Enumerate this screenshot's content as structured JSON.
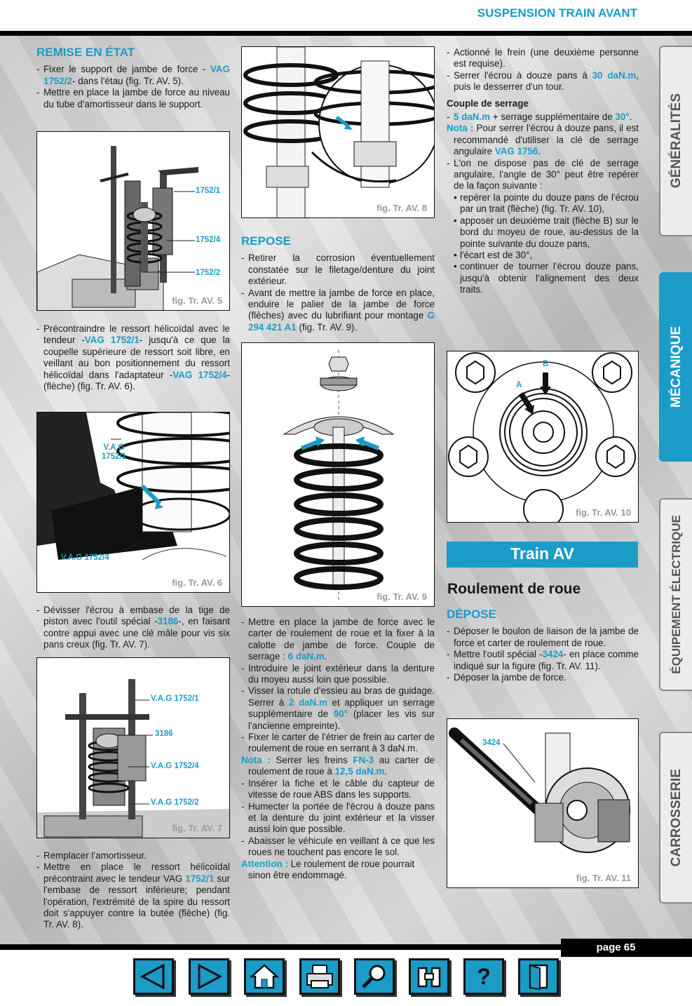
{
  "header": {
    "title": "SUSPENSION TRAIN AVANT"
  },
  "tabs": [
    {
      "label": "GÉNÉRALITÉS",
      "active": false
    },
    {
      "label": "MÉCANIQUE",
      "active": true
    },
    {
      "label": "ÉQUIPEMENT ÉLECTRIQUE",
      "active": false
    },
    {
      "label": "CARROSSERIE",
      "active": false
    }
  ],
  "col1": {
    "heading": "REMISE EN ÉTAT",
    "b1_pre": "Fixer le support de jambe de force - ",
    "b1_hl": "VAG 1752/2",
    "b1_post": "- dans l'étau (fig. Tr. AV. 5).",
    "b2": "Mettre en place la jambe de force au niveau du tube d'amortisseur dans le support.",
    "fig5": {
      "caption": "fig. Tr. AV. 5",
      "l1": "1752/1",
      "l2": "1752/4",
      "l3": "1752/2"
    },
    "b3_pre": "Précontraindre le ressort hélicoïdal avec le tendeur -",
    "b3_hl1": "VAG 1752/1",
    "b3_mid": "- jusqu'à ce que la coupelle supérieure de ressort soit libre, en veillant au bon positionnement du ressort hélicoïdal dans l'adaptateur -",
    "b3_hl2": "VAG 1752/4",
    "b3_post": "- (flèche) (fig. Tr. AV. 6).",
    "fig6": {
      "caption": "fig. Tr. AV. 6",
      "l1": "V.A.G",
      "l1b": "1752/1",
      "l2": "V.A.G 1752/4"
    },
    "b4_pre": "Dévisser l'écrou à embase de la tige de piston avec l'outil spécial -",
    "b4_hl": "3186",
    "b4_post": "-, en faisant contre appui avec une clé mâle pour vis six pans creux (fig. Tr. AV. 7).",
    "fig7": {
      "caption": "fig. Tr. AV. 7",
      "l1": "V.A.G 1752/1",
      "l2": "3186",
      "l3": "V.A.G 1752/4",
      "l4": "V.A.G 1752/2"
    },
    "b5": "Remplacer l'amortisseur.",
    "b6_pre": "Mettre en place le ressort hélicoïdal précontraint avec le tendeur VAG ",
    "b6_hl": "1752/1",
    "b6_post": " sur l'embase de ressort inférieure; pendant l'opération, l'extrémité de la spire du ressort doit s'appuyer contre la butée (flèche) (fig. Tr. AV. 8)."
  },
  "col2": {
    "fig8": {
      "caption": "fig. Tr. AV. 8"
    },
    "heading": "REPOSE",
    "b1": "Retirer la corrosion éventuellement constatée sur le filetage/denture du joint extérieur.",
    "b2_pre": "Avant de mettre la jambe de force en place, enduire le palier de la jambe de force (flèches) avec du lubrifiant pour montage ",
    "b2_hl": "G 294 421 A1",
    "b2_post": " (fig. Tr. AV. 9).",
    "fig9": {
      "caption": "fig. Tr. AV. 9"
    },
    "b3_pre": "Mettre en place la jambe de force avec le carter de roulement de roue et la fixer à la calotte de jambe de force. Couple de serrage : ",
    "b3_hl": "6 daN.m",
    "b3_post": ".",
    "b4": "Introduire le joint extérieur dans la denture du moyeu aussi loin que possible.",
    "b5_pre": "Visser la rotule d'essieu au bras de guidage. Serrer à ",
    "b5_hl1": "2 daN.m",
    "b5_mid": " et appliquer un serrage supplémentaire de ",
    "b5_hl2": "90°",
    "b5_post": " (placer les vis sur l'ancienne empreinte).",
    "b6": "Fixer le carter de l'étrier de frein au carter de roulement de roue en serrant à 3 daN.m.",
    "nota_label": "Nota :",
    "nota_pre": " Serrer les freins ",
    "nota_hl1": "FN-3",
    "nota_mid": " au carter de roulement de roue à ",
    "nota_hl2": "12,5 daN.m",
    "nota_post": ".",
    "b7": "Insérer la fiche et le câble du capteur de vitesse de roue ABS dans les supports.",
    "b8": "Humecter la portée de l'écrou à douze pans et la denture du joint extérieur et la visser aussi loin que possible.",
    "b9": "Abaisser le véhicule en veillant à ce que les roues ne touchent pas encore le sol.",
    "att_label": "Attention :",
    "att_text": " Le roulement de roue pourrait sinon être endommagé."
  },
  "col3": {
    "b1": "Actionné le frein (une deuxième personne est requise).",
    "b2_pre": "Serrer l'écrou à douze pans à ",
    "b2_hl": "30 daN.m",
    "b2_post": ", puis le desserrer d'un tour.",
    "couple_title": "Couple de serrage",
    "b3_hl1": "5 daN.m",
    "b3_mid": " + serrage supplémentaire de ",
    "b3_hl2": "30°",
    "b3_post": ".",
    "nota_label": "Nota :",
    "nota_pre": " Pour serrer l'écrou à douze pans, il est recommandé d'utiliser la clé de serrage angulaire ",
    "nota_hl": "VAG 1756",
    "nota_post": ".",
    "b4": "L'on ne dispose pas de clé de serrage angulaire, l'angle de 30° peut être repérer de la façon suivante :",
    "s1": "repérer la pointe du douze pans de l'écrou par un trait (flèche) (fig. Tr. AV. 10),",
    "s2": "apposer un deuxième trait (flèche B) sur le bord du moyeu de roue, au-dessus de la pointe suivante du douze pans,",
    "s3": "l'écart est de 30°,",
    "s4": "continuer de tourner l'écrou douze pans, jusqu'à obtenir l'alignement des deux traits.",
    "fig10": {
      "caption": "fig. Tr. AV. 10",
      "la": "A",
      "lb": "B"
    },
    "train_title": "Train AV",
    "roulement_title": "Roulement de roue",
    "heading": "DÉPOSE",
    "d1": "Déposer le boulon de liaison de la jambe de force et carter de roulement de roue.",
    "d2_pre": "Mettre l'outil spécial -",
    "d2_hl": "3424",
    "d2_post": "- en place comme indiqué sur la figure (fig. Tr. AV. 11).",
    "d3": "Déposer la jambe de force.",
    "fig11": {
      "caption": "fig. Tr. AV. 11",
      "l1": "3424"
    }
  },
  "footer": {
    "page": "page 65",
    "help_glyph": "?"
  },
  "colors": {
    "accent": "#1b9bc7"
  }
}
